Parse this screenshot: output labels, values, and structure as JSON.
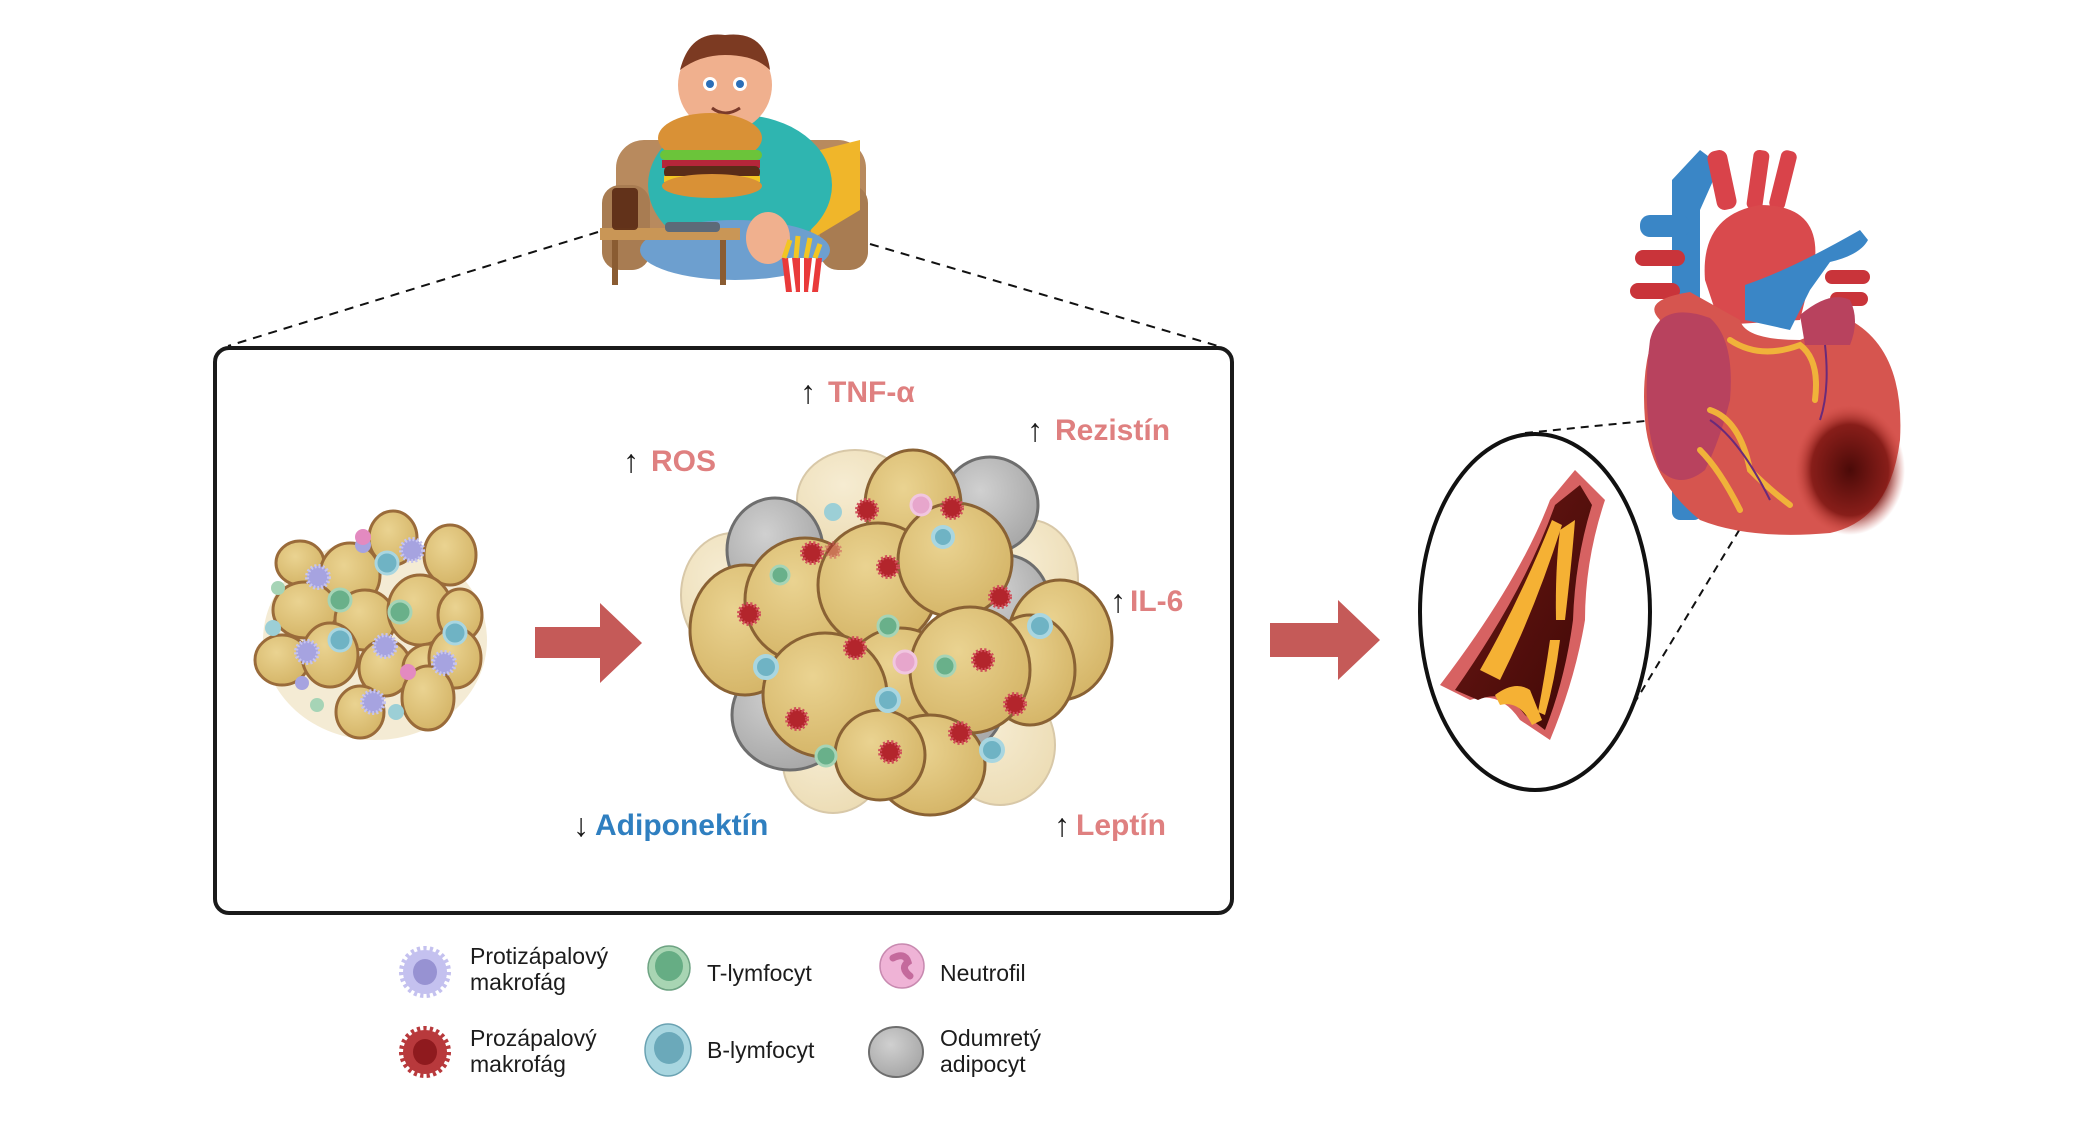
{
  "figure": {
    "title": "Obesity-induced adipose tissue inflammation and cardiovascular disease",
    "colors": {
      "upregulated_text": "#df8080",
      "downregulated_text": "#2f7fc0",
      "flow_arrow": "#c55a58",
      "frame": "#1a1a1a",
      "adipocyte": "#dcc073",
      "adipocyte_outline": "#9a6b3a",
      "dead_adipocyte": "#b8b8b8"
    },
    "stages": [
      {
        "name": "obese-person-illustration",
        "icon": "obese-person-eating-burger-icon"
      },
      {
        "name": "healthy-adipose-tissue",
        "icon": "adipocyte-cluster-icon"
      },
      {
        "name": "inflamed-adipose-tissue",
        "icon": "hypertrophic-adipocyte-cluster-icon"
      },
      {
        "name": "atherosclerotic-artery",
        "icon": "plaque-artery-icon"
      },
      {
        "name": "heart-infarction",
        "icon": "heart-icon"
      }
    ],
    "markers": [
      {
        "id": "tnf",
        "label": "TNF-α",
        "direction": "up",
        "arrow": "↑"
      },
      {
        "id": "rezistin",
        "label": "Rezistín",
        "direction": "up",
        "arrow": "↑"
      },
      {
        "id": "ros",
        "label": "ROS",
        "direction": "up",
        "arrow": "↑"
      },
      {
        "id": "il6",
        "label": "IL-6",
        "direction": "up",
        "arrow": "↑"
      },
      {
        "id": "adiponektin",
        "label": "Adiponektín",
        "direction": "down",
        "arrow": "↓"
      },
      {
        "id": "leptin",
        "label": "Leptín",
        "direction": "up",
        "arrow": "↑"
      }
    ],
    "legend": [
      {
        "label": "Protizápalový\nmakrofág",
        "icon": "anti-inflammatory-macrophage-icon"
      },
      {
        "label": "T-lymfocyt",
        "icon": "t-lymphocyte-icon"
      },
      {
        "label": "Neutrofil",
        "icon": "neutrophil-icon"
      },
      {
        "label": "Prozápalový\nmakrofág",
        "icon": "pro-inflammatory-macrophage-icon"
      },
      {
        "label": "B-lymfocyt",
        "icon": "b-lymphocyte-icon"
      },
      {
        "label": "Odumretý\nadipocyt",
        "icon": "dead-adipocyte-icon"
      }
    ]
  }
}
